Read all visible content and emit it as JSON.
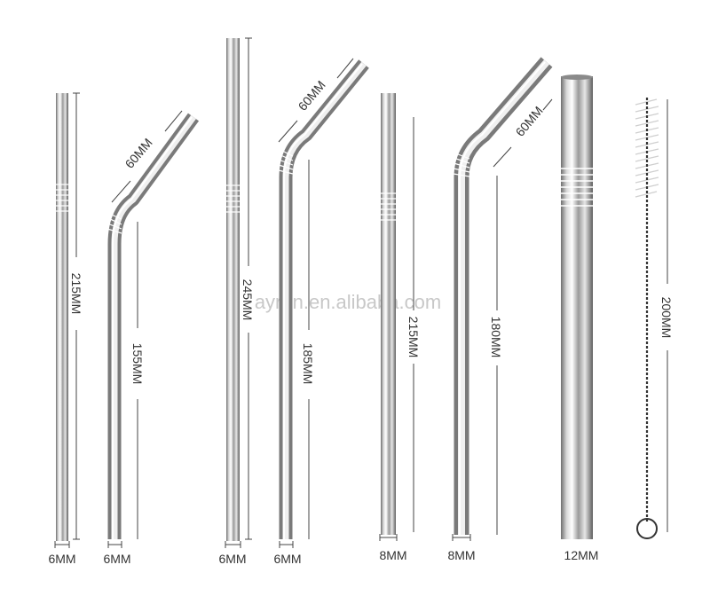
{
  "watermark": "ayrun.en.alibaba.com",
  "colors": {
    "steel_light": "#f4f4f4",
    "steel_dark": "#6e6e6e",
    "dim_line": "#444444"
  },
  "straws": [
    {
      "type": "straight",
      "length_label": "215MM",
      "diameter_label": "6MM"
    },
    {
      "type": "bent",
      "bend_label": "60MM",
      "length_label": "155MM",
      "diameter_label": "6MM"
    },
    {
      "type": "straight",
      "length_label": "245MM",
      "diameter_label": "6MM"
    },
    {
      "type": "bent",
      "bend_label": "60MM",
      "length_label": "185MM",
      "diameter_label": "6MM"
    },
    {
      "type": "straight",
      "length_label": "215MM",
      "diameter_label": "8MM"
    },
    {
      "type": "bent",
      "bend_label": "60MM",
      "length_label": "180MM",
      "diameter_label": "8MM"
    },
    {
      "type": "straight",
      "diameter_label": "12MM"
    }
  ],
  "brush": {
    "length_label": "200MM"
  }
}
